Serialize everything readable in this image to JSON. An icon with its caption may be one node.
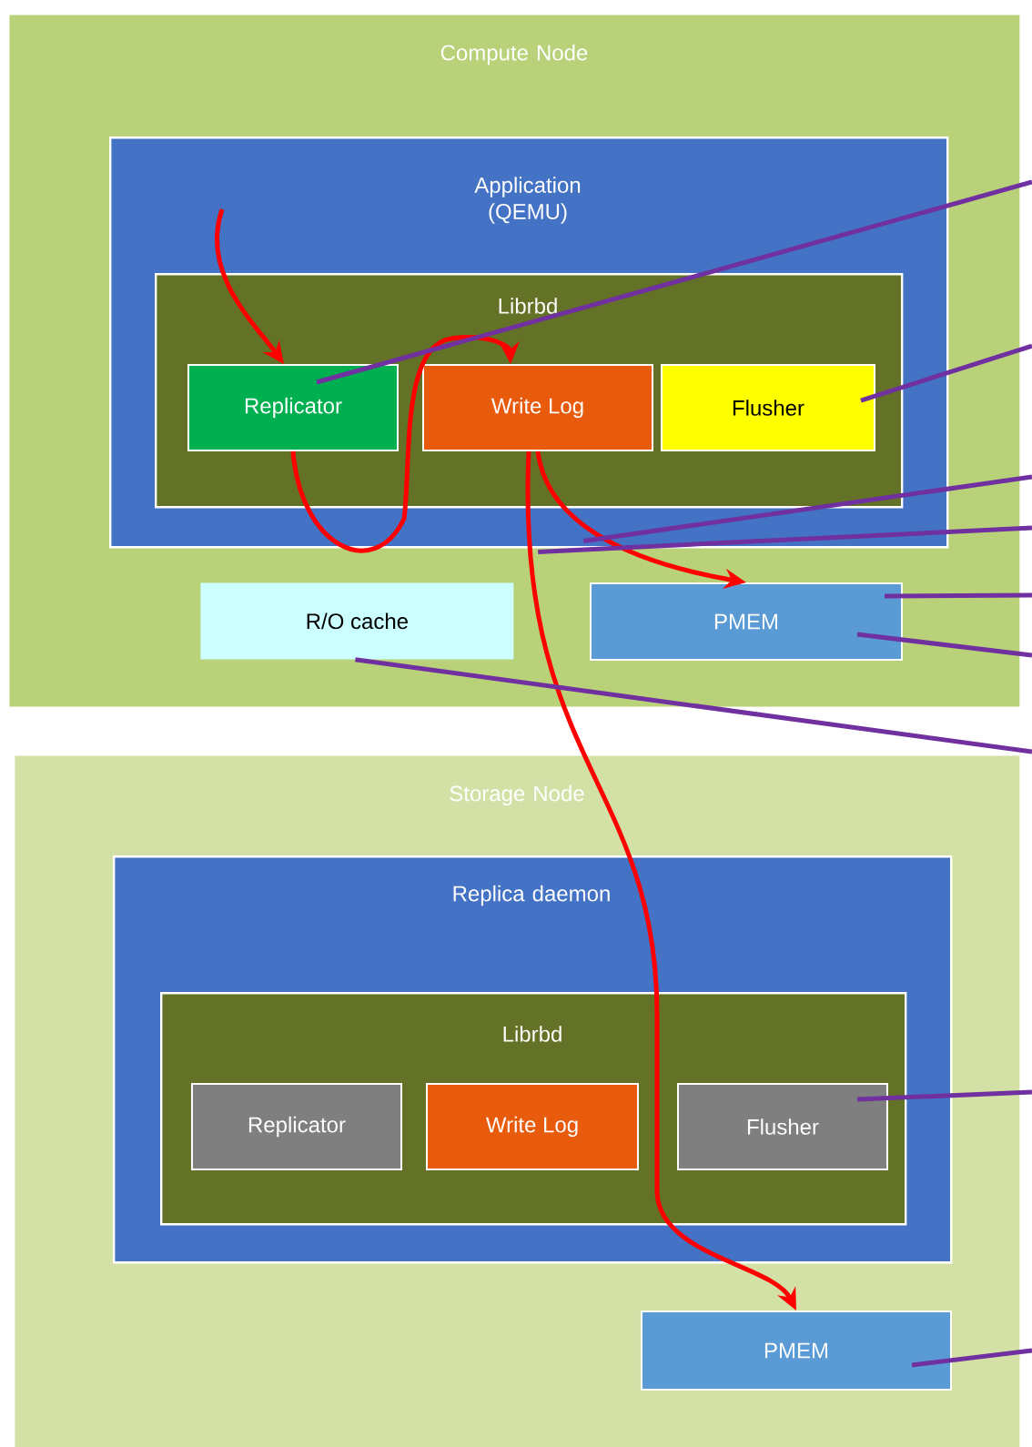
{
  "diagram": {
    "nodes": [
      {
        "text": [
          "Compute Node"
        ]
      },
      {
        "text": [
          "Application (QEMU)"
        ],
        "in": 0
      },
      {
        "text": [
          "Librbd"
        ],
        "in": 1
      },
      {
        "text": [
          "Replicator"
        ],
        "in": 2
      },
      {
        "text": [
          "Write Log"
        ],
        "in": 2
      },
      {
        "text": [
          "Flusher"
        ],
        "in": 2
      },
      {
        "text": [
          "R/O cache"
        ],
        "in": 0
      },
      {
        "text": [
          "PMEM"
        ],
        "in": 0
      },
      {
        "text": [
          "Storage Node"
        ]
      },
      {
        "text": [
          "Replica daemon"
        ],
        "in": 8
      },
      {
        "text": [
          "Librbd"
        ],
        "in": 9
      },
      {
        "text": [
          "Replicator"
        ],
        "in": 10
      },
      {
        "text": [
          "Write Log"
        ],
        "in": 10
      },
      {
        "text": [
          "Flusher"
        ],
        "in": 10
      },
      {
        "text": [
          "PMEM"
        ],
        "in": 8
      }
    ],
    "edges": [
      {
        "from": null,
        "to": 3,
        "arrow": "to",
        "color": "#ff0000"
      },
      {
        "from": 3,
        "to": 4,
        "arrow": "to",
        "color": "#ff0000"
      },
      {
        "from": 4,
        "to": 7,
        "arrow": "to",
        "color": "#ff0000"
      },
      {
        "from": 4,
        "to": 14,
        "arrow": "to",
        "color": "#ff0000"
      },
      {
        "from": 3,
        "to": null,
        "arrow": "none"
      },
      {
        "from": 5,
        "to": null,
        "arrow": "none"
      },
      {
        "from": 1,
        "to": null,
        "arrow": "none"
      },
      {
        "from": 1,
        "to": null,
        "arrow": "none"
      },
      {
        "from": 7,
        "to": null,
        "arrow": "none"
      },
      {
        "from": 7,
        "to": null,
        "arrow": "none"
      },
      {
        "from": 6,
        "to": null,
        "arrow": "none"
      },
      {
        "from": 13,
        "to": null,
        "arrow": "none"
      },
      {
        "from": 14,
        "to": null,
        "arrow": "none"
      }
    ]
  }
}
